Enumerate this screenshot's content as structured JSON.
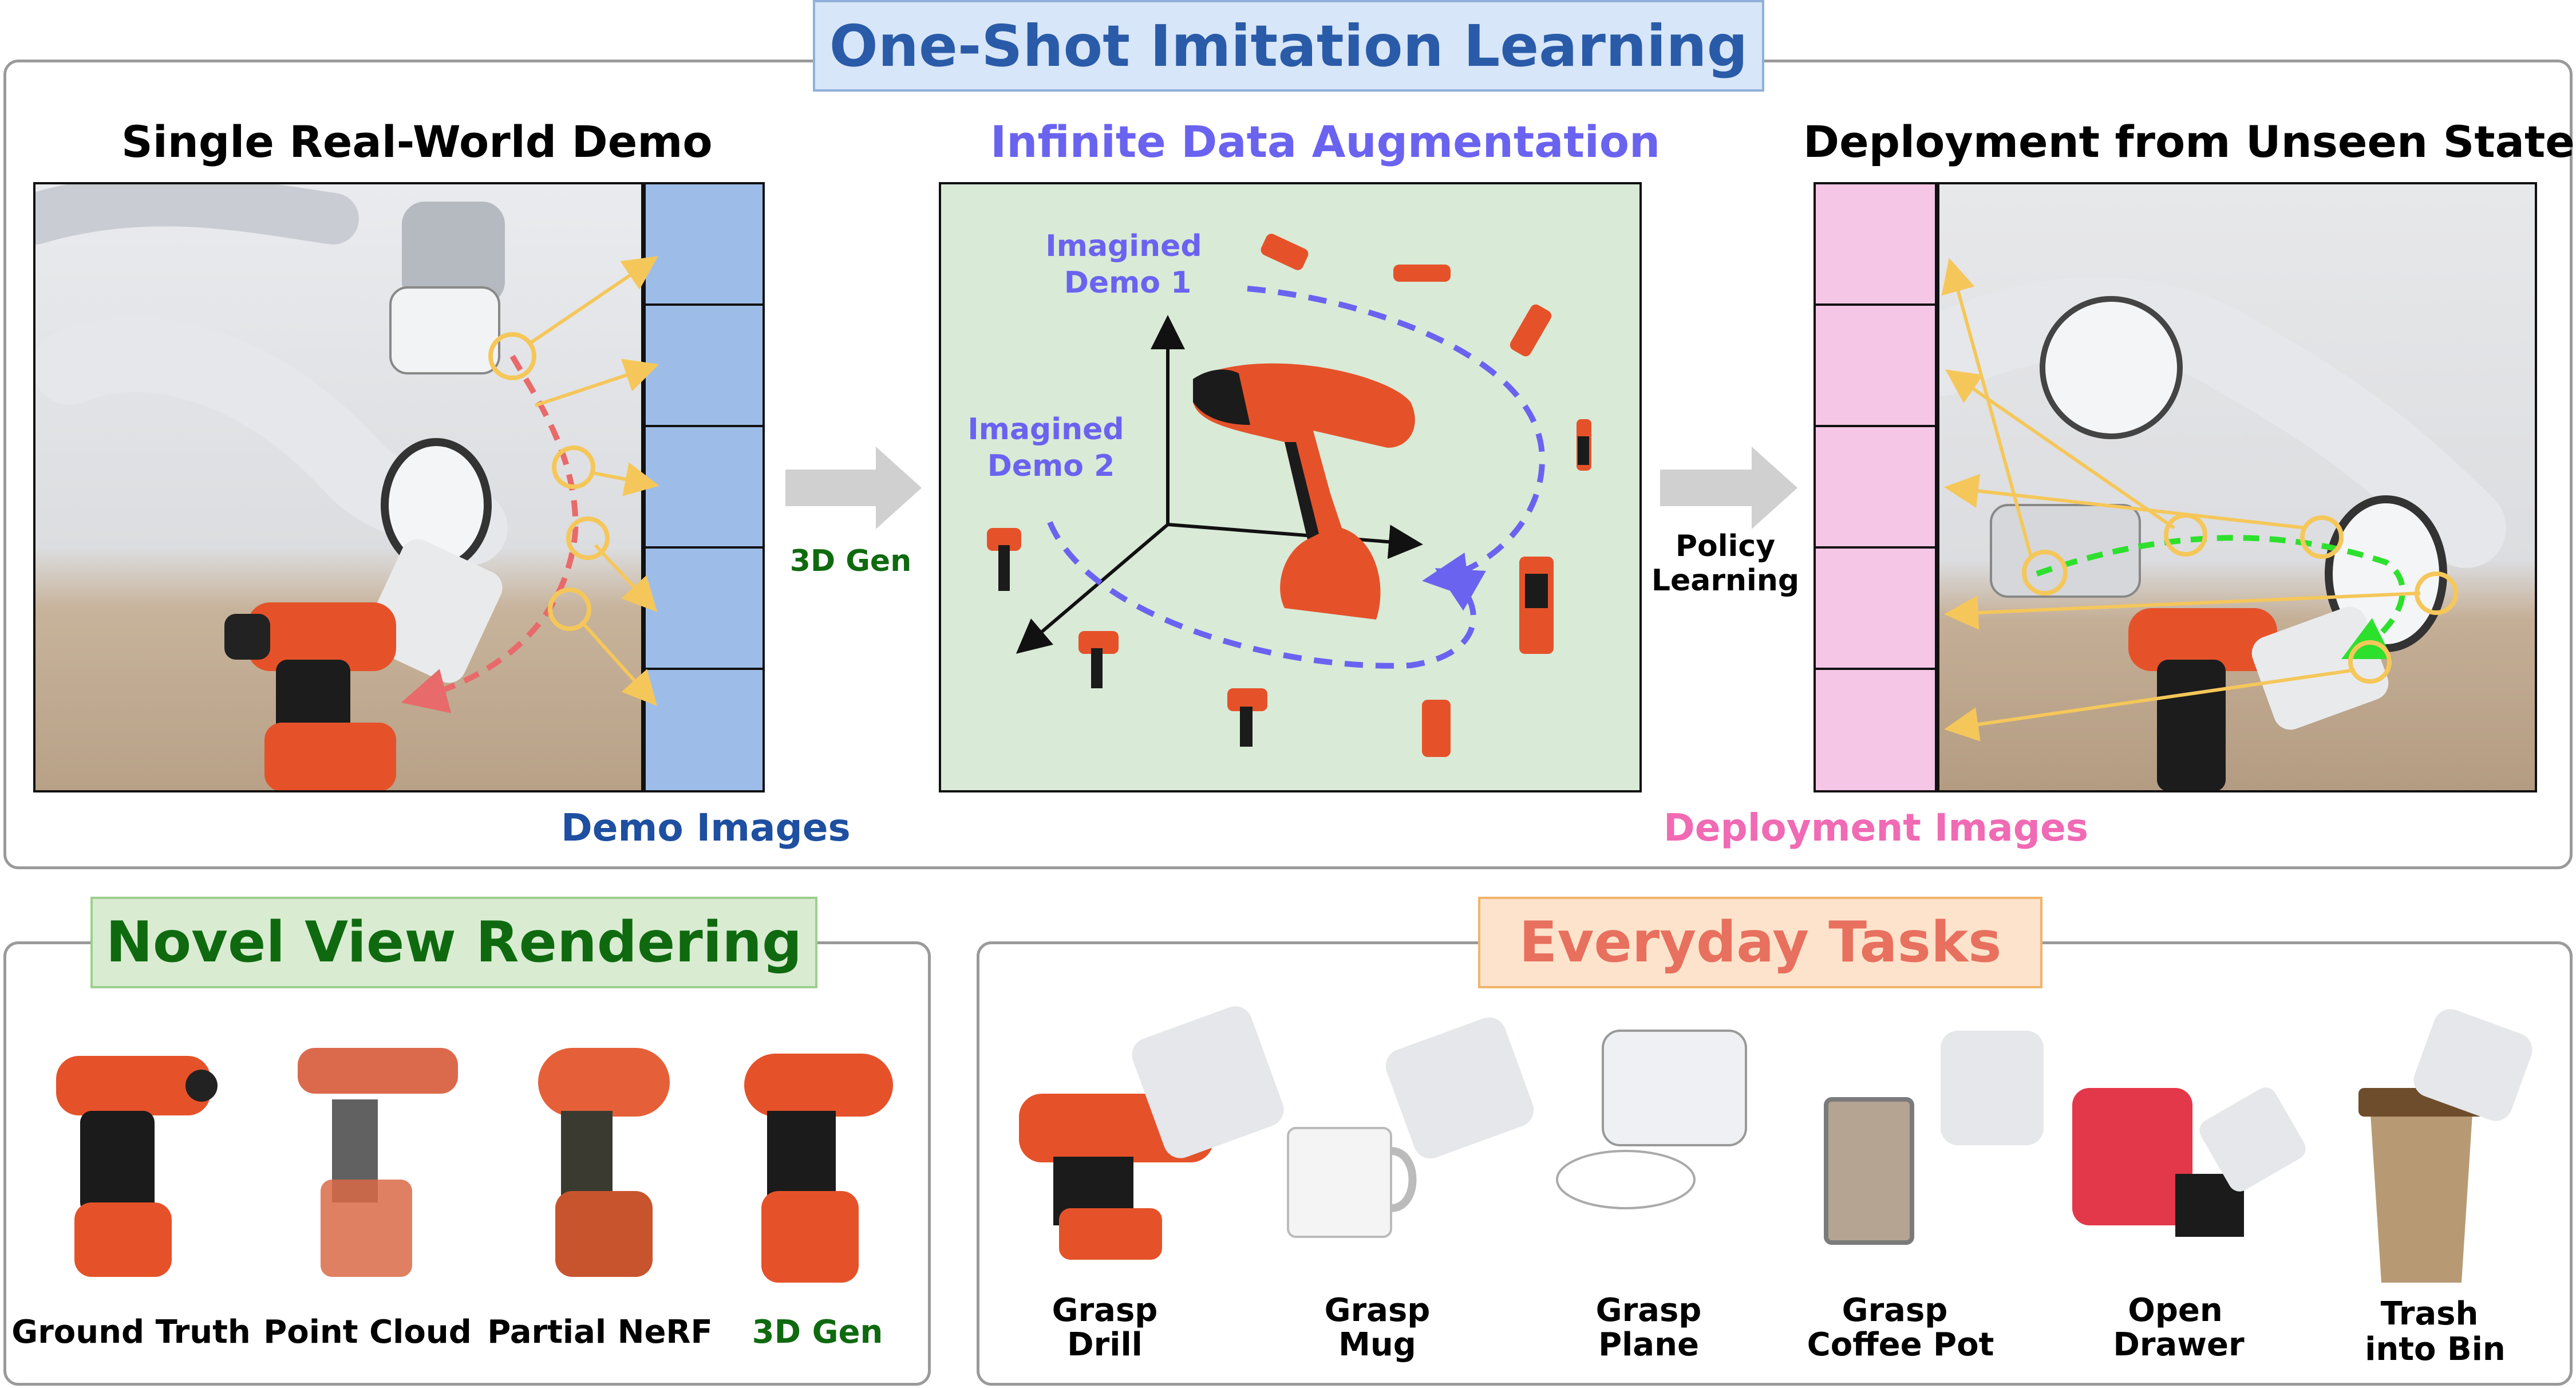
{
  "top": {
    "title": "One-Shot Imitation Learning",
    "single_demo_heading": "Single Real-World Demo",
    "augmentation_heading": "Infinite Data Augmentation",
    "deployment_heading": "Deployment from Unseen States",
    "gen_label": "3D Gen",
    "policy_label_line1": "Policy",
    "policy_label_line2": "Learning",
    "demo_images_label": "Demo Images",
    "deployment_images_label": "Deployment Images",
    "imagined_demo_1": [
      "Imagined",
      "Demo 1"
    ],
    "imagined_demo_2": [
      "Imagined",
      "Demo 2"
    ]
  },
  "novel_view": {
    "title": "Novel View Rendering",
    "items": [
      "Ground Truth",
      "Point Cloud",
      "Partial NeRF",
      "3D Gen"
    ]
  },
  "tasks": {
    "title": "Everyday Tasks",
    "items": [
      [
        "Grasp",
        "Drill"
      ],
      [
        "Grasp",
        "Mug"
      ],
      [
        "Grasp",
        "Plane"
      ],
      [
        "Grasp",
        "Coffee Pot"
      ],
      [
        "Open",
        "Drawer"
      ],
      [
        "Trash",
        "into Bin"
      ]
    ]
  },
  "colors": {
    "title_blue": "#2a5ba8",
    "banner_blue_bg": "#d7e6f8",
    "green_title": "#0f6a0f",
    "banner_green_bg": "#d9ecd2",
    "salmon_title": "#e8705e",
    "banner_salmon_bg": "#fde3cc",
    "purple": "#6a63f0",
    "pink": "#f06ab4",
    "demo_blue_text": "#1e4fa0",
    "demo_strip_bg": "#9dbde8",
    "deploy_strip_bg": "#f6c6e6",
    "aug_bg": "#d9ead7",
    "drill_orange": "#e5522a",
    "yellow": "#f5c75a"
  }
}
